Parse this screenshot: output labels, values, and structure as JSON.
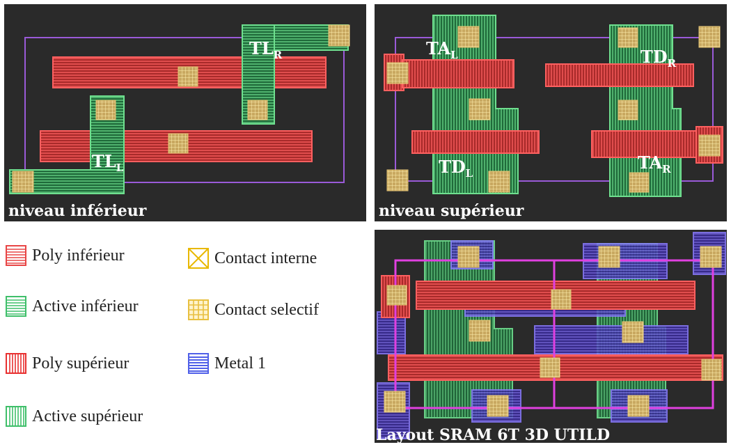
{
  "panels": {
    "lower": {
      "caption": "niveau inférieur",
      "labels": [
        {
          "main": "TL",
          "sub": "R"
        },
        {
          "main": "TL",
          "sub": "L"
        }
      ]
    },
    "upper": {
      "caption": "niveau supérieur",
      "labels": [
        {
          "main": "TA",
          "sub": "L"
        },
        {
          "main": "TD",
          "sub": "R"
        },
        {
          "main": "TD",
          "sub": "L"
        },
        {
          "main": "TA",
          "sub": "R"
        }
      ]
    },
    "combined": {
      "caption": "Layout SRAM 6T 3D UTILD"
    }
  },
  "legend": [
    {
      "label": "Poly inférieur",
      "icon": "poly-lower-swatch",
      "color": "#e84545"
    },
    {
      "label": "Active inférieur",
      "icon": "active-lower-swatch",
      "color": "#3fbf6a"
    },
    {
      "label": "Poly supérieur",
      "icon": "poly-upper-swatch",
      "color": "#e83030"
    },
    {
      "label": "Active supérieur",
      "icon": "active-upper-swatch",
      "color": "#3fbf6a"
    },
    {
      "label": "Contact interne",
      "icon": "contact-internal-swatch",
      "color": "#e8b800"
    },
    {
      "label": "Contact selectif",
      "icon": "contact-selective-swatch",
      "color": "#e8c040"
    },
    {
      "label": "Metal 1",
      "icon": "metal1-swatch",
      "color": "#5060e8"
    }
  ],
  "colors": {
    "background": "#2a2a2a",
    "poly": "#e84545",
    "active": "#3fbf6a",
    "metal": "#6a50e0",
    "outline": "#b060e0",
    "contact": "#e8c878"
  }
}
